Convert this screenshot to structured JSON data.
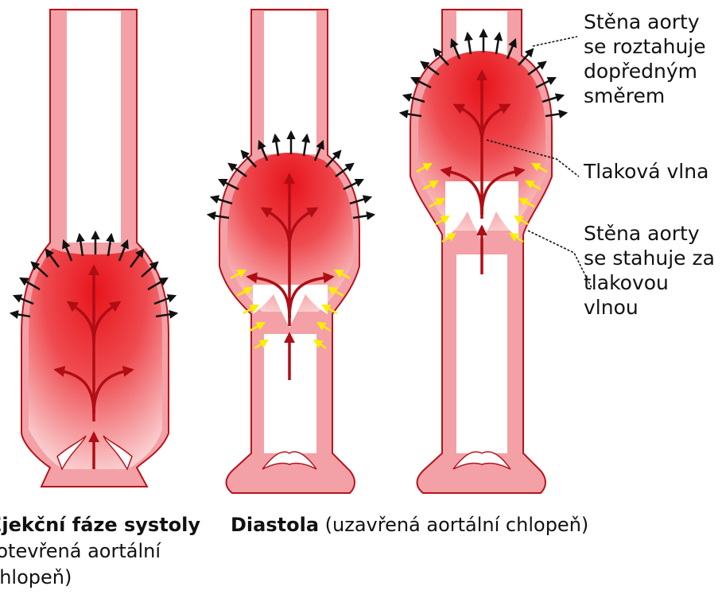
{
  "labels": {
    "wall_expands": [
      "Stěna aorty",
      "se roztahuje",
      "dopředným",
      "směrem"
    ],
    "pressure_wave": "Tlaková vlna",
    "wall_contracts": [
      "Stěna aorty",
      "se stahuje za",
      "tlakovou",
      "vlnou"
    ]
  },
  "captions": {
    "systole": {
      "bold": "Ejekční fáze systoly",
      "line2": "(otevřená aortální",
      "line3": "chlopeň)"
    },
    "diastole": {
      "bold": "Diastola",
      "rest": " (uzavřená aortální chlopeň)"
    }
  },
  "colors": {
    "wall": "#f3a1a6",
    "wall_outline": "#b5141c",
    "blood_core": "#e8141b",
    "blood_arrow": "#b00d14",
    "expand_arrow": "#111111",
    "contract_arrow": "#ffee00"
  }
}
